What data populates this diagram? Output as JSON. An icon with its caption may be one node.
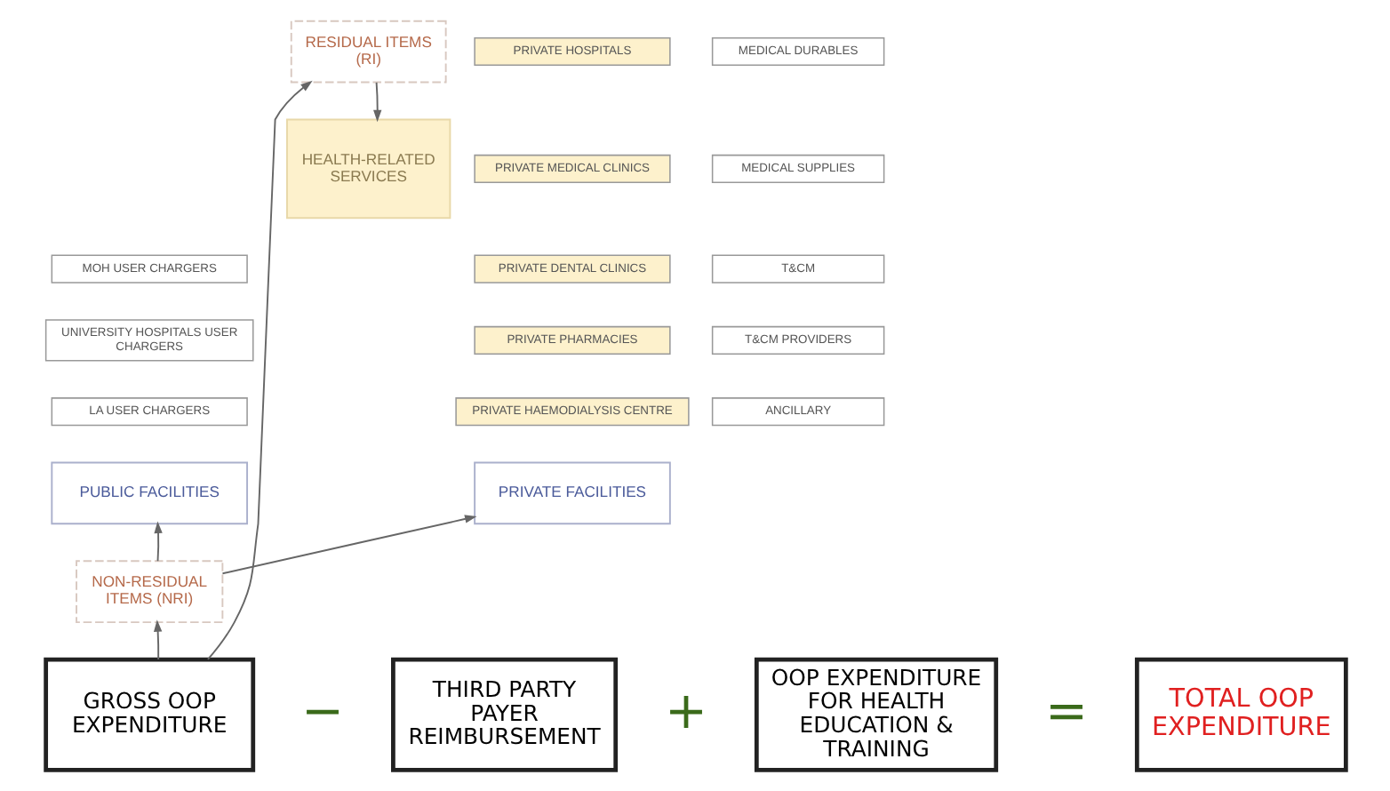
{
  "diagram": {
    "nodes": [
      {
        "text": [
          "MOH USER CHARGERS"
        ]
      },
      {
        "text": [
          "UNIVERSITY HOSPITALS USER CHARGERS"
        ]
      },
      {
        "text": [
          "LA USER CHARGERS"
        ]
      },
      {
        "text": [
          "PRIVATE HOSPITALS"
        ]
      },
      {
        "text": [
          "PRIVATE MEDICAL CLINICS"
        ]
      },
      {
        "text": [
          "PRIVATE DENTAL CLINICS"
        ]
      },
      {
        "text": [
          "PRIVATE PHARMACIES"
        ]
      },
      {
        "text": [
          "PRIVATE HAEMODIALYSIS CENTRE"
        ]
      },
      {
        "text": [
          "PUBLIC FACILITIES"
        ]
      },
      {
        "text": [
          "PRIVATE FACILITIES"
        ]
      },
      {
        "text": [
          "NON-RESIDUAL ITEMS (NRI)"
        ]
      },
      {
        "text": [
          "GROSS OOP EXPENDITURE"
        ]
      },
      {
        "text": [
          "THIRD PARTY PAYER REIMBURSEMENT"
        ]
      },
      {
        "text": [
          "OOP EXPENDITURE FOR HEALTH EDUCATION & TRAINING"
        ]
      },
      {
        "text": [
          "TOTAL OOP EXPENDITURE"
        ]
      },
      {
        "text": [
          "RESIDUAL ITEMS (RI)"
        ]
      },
      {
        "text": [
          "HEALTH-RELATED SERVICES"
        ]
      },
      {
        "text": [
          "MEDICAL DURABLES"
        ]
      },
      {
        "text": [
          "MEDICAL SUPPLIES"
        ]
      },
      {
        "text": [
          "T&CM"
        ]
      },
      {
        "text": [
          "T&CM PROVIDERS"
        ]
      },
      {
        "text": [
          "ANCILLARY"
        ]
      }
    ],
    "edges": [
      {
        "from": 11,
        "to": 10,
        "arrow": "to"
      },
      {
        "from": 10,
        "to": 8,
        "arrow": "to"
      },
      {
        "from": 10,
        "to": 9,
        "arrow": "to"
      },
      {
        "from": 11,
        "to": 15,
        "arrow": "to"
      },
      {
        "from": 15,
        "to": 16,
        "arrow": "to"
      }
    ],
    "labels": [
      "−",
      "+",
      "="
    ]
  }
}
